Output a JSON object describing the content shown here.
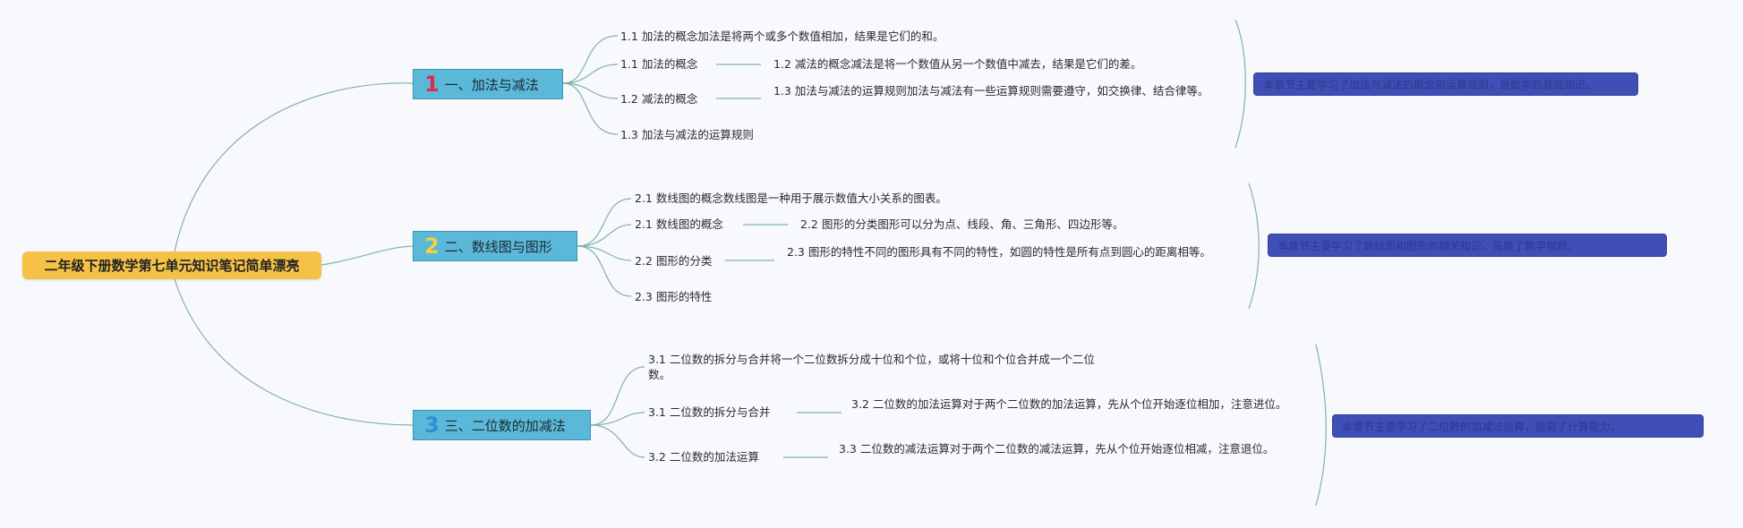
{
  "root": {
    "label": "二年级下册数学第七单元知识笔记简单漂亮"
  },
  "branches": [
    {
      "number": "1",
      "number_color": "#d62f4f",
      "label": "一、加法与减法",
      "leaves": [
        "1.1 加法的概念加法是将两个或多个数值相加，结果是它们的和。",
        "1.1 加法的概念",
        "1.2 减法的概念",
        "1.3 加法与减法的运算规则"
      ],
      "sub": [
        "1.2 减法的概念减法是将一个数值从另一个数值中减去，结果是它们的差。",
        "1.3 加法与减法的运算规则加法与减法有一些运算规则需要遵守，如交换律、结合律等。"
      ],
      "summary": "本章节主要学习了加法与减法的概念和运算规则，是数学的基础知识。"
    },
    {
      "number": "2",
      "number_color": "#f4d03f",
      "label": "二、数线图与图形",
      "leaves": [
        "2.1 数线图的概念数线图是一种用于展示数值大小关系的图表。",
        "2.1 数线图的概念",
        "2.2 图形的分类",
        "2.3 图形的特性"
      ],
      "sub": [
        "2.2 图形的分类图形可以分为点、线段、角、三角形、四边形等。",
        "2.3 图形的特性不同的图形具有不同的特性，如圆的特性是所有点到圆心的距离相等。"
      ],
      "summary": "本章节主要学习了数线图和图形的相关知识，拓展了数学视野。"
    },
    {
      "number": "3",
      "number_color": "#2f8fd6",
      "label": "三、二位数的加减法",
      "leaves": [
        "3.1 二位数的拆分与合并将一个二位数拆分成十位和个位，或将十位和个位合并成一个二位数。",
        "3.1 二位数的拆分与合并",
        "3.2 二位数的加法运算"
      ],
      "sub": [
        "3.2 二位数的加法运算对于两个二位数的加法运算，先从个位开始逐位相加，注意进位。",
        "3.3 二位数的减法运算对于两个二位数的减法运算，先从个位开始逐位相减，注意退位。"
      ],
      "summary": "本章节主要学习了二位数的加减法运算，提高了计算能力。"
    }
  ]
}
